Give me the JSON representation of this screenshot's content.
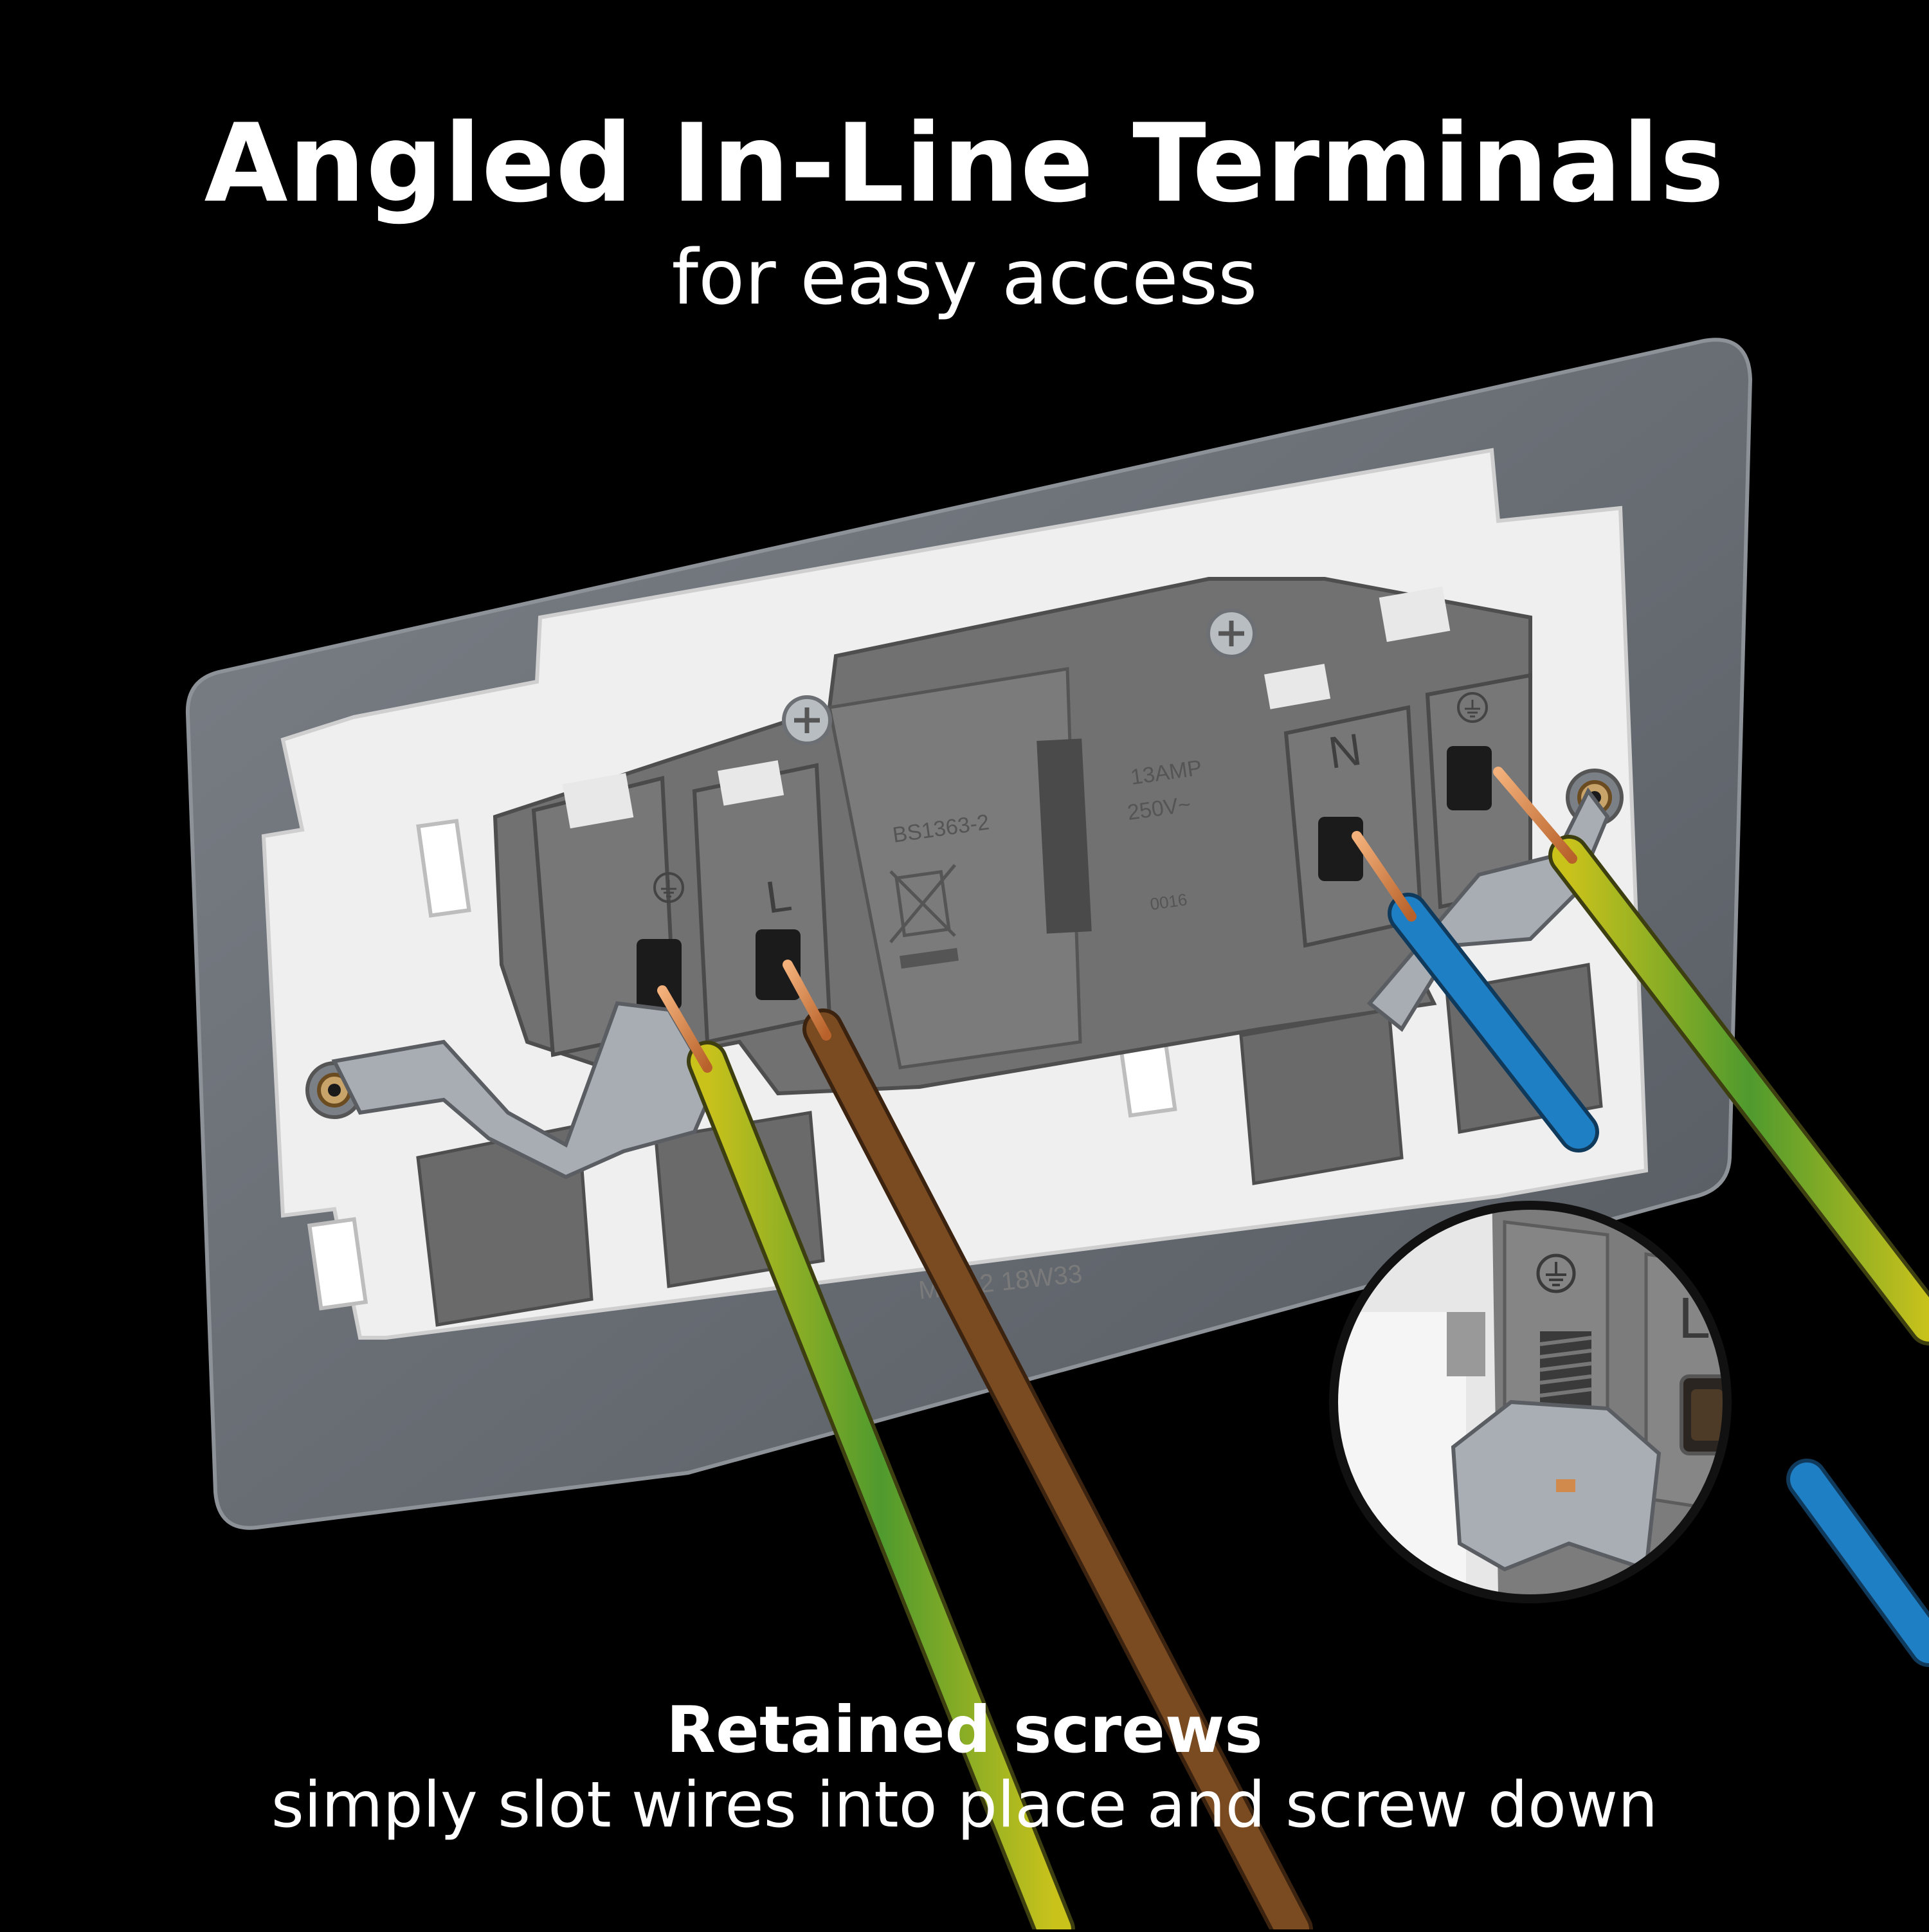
{
  "headline": "Angled In-Line Terminals",
  "subheadline": "for easy access",
  "footer": {
    "title": "Retained screws",
    "text": "simply slot wires into place and screw down"
  },
  "socket_markings": {
    "standard": "BS1363-2",
    "rating_amp": "13AMP",
    "rating_volt": "250V~",
    "cert_code": "0016",
    "terminal_live": "L",
    "terminal_neutral": "N",
    "mould_code": "MC3 2 18W33"
  },
  "inset": {
    "terminal_live": "L"
  },
  "colors": {
    "background": "#000000",
    "plate": "#6b7077",
    "mounting_frame": "#f2f2f2",
    "terminal_block": "#6f6f6f",
    "live_wire": "#7a4a21",
    "neutral_wire": "#1f7fc4",
    "earth_wire": "#a9b52a"
  }
}
